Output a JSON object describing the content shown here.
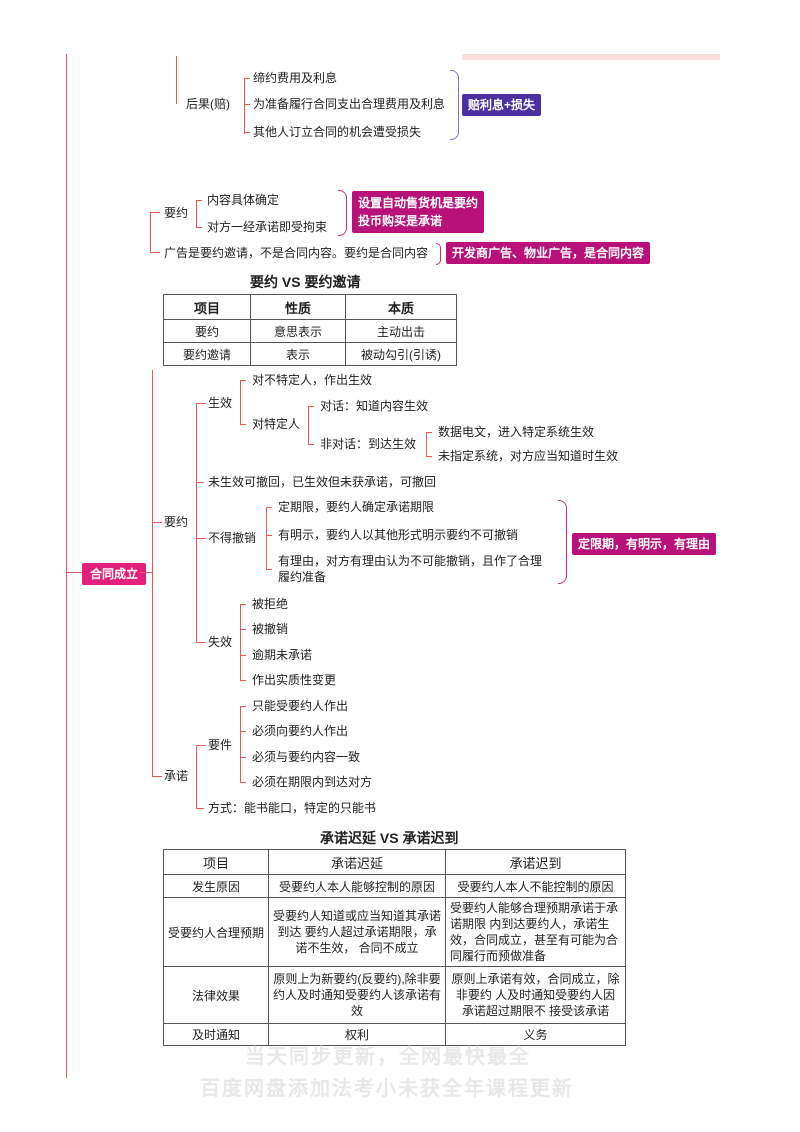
{
  "root": {
    "label": "合同成立"
  },
  "consequence": {
    "label": "后果(赔)",
    "items": [
      "缔约费用及利息",
      "为准备履行合同支出合理费用及利息",
      "其他人订立合同的机会遭受损失"
    ],
    "tag": "赔利息+损失"
  },
  "offer_top": {
    "label": "要约",
    "items": [
      "内容具体确定",
      "对方一经承诺即受拘束"
    ],
    "tag_line1": "设置自动售货机是要约",
    "tag_line2": "投币购买是承诺"
  },
  "ad": {
    "text": "广告是要约邀请，不是合同内容。要约是合同内容",
    "tag": "开发商广告、物业广告，是合同内容"
  },
  "table1": {
    "title": "要约 VS 要约邀请",
    "headers": [
      "项目",
      "性质",
      "本质"
    ],
    "rows": [
      [
        "要约",
        "意思表示",
        "主动出击"
      ],
      [
        "要约邀请",
        "表示",
        "被动勾引(引诱)"
      ]
    ]
  },
  "offer": {
    "label": "要约",
    "effect": {
      "label": "生效",
      "nonspecific": "对不特定人，作出生效",
      "specific": "对特定人",
      "dialog": "对话：知道内容生效",
      "nondialog": "非对话：到达生效",
      "data1": "数据电文，进入特定系统生效",
      "data2": "未指定系统，对方应当知道时生效"
    },
    "revoke": "未生效可撤回，已生效但未获承诺，可撤回",
    "irrevocable": {
      "label": "不得撤销",
      "items": [
        "定期限，要约人确定承诺期限",
        "有明示，要约人以其他形式明示要约不可撤销"
      ],
      "item3_line1": "有理由，对方有理由认为不可能撤销，且作了合理",
      "item3_line2": "履约准备",
      "tag": "定限期，有明示，有理由"
    },
    "invalid": {
      "label": "失效",
      "items": [
        "被拒绝",
        "被撤销",
        "逾期未承诺",
        "作出实质性变更"
      ]
    }
  },
  "acceptance": {
    "label": "承诺",
    "elements": {
      "label": "要件",
      "items": [
        "只能受要约人作出",
        "必须向要约人作出",
        "必须与要约内容一致",
        "必须在期限内到达对方"
      ]
    },
    "method": "方式：能书能口，特定的只能书"
  },
  "table2": {
    "title": "承诺迟延 VS 承诺迟到",
    "headers": [
      "项目",
      "承诺迟延",
      "承诺迟到"
    ],
    "rows": [
      [
        "发生原因",
        "受要约人本人能够控制的原因",
        "受要约人本人不能控制的原因"
      ],
      [
        "受要约人合理预期",
        "受要约人知道或应当知道其承诺到达 要约人超过承诺期限，承诺不生效， 合同不成立",
        "受要约人能够合理预期承诺于承诺期限 内到达要约人，承诺生效，合同成立，甚至有可能为合同履行而预做准备"
      ],
      [
        "法律效果",
        "原则上为新要约(反要约),除非要 约人及时通知受要约人该承诺有效",
        "原则上承诺有效，合同成立，除非要约 人及时通知受要约人因承诺超过期限不 接受该承诺"
      ],
      [
        "及时通知",
        "权利",
        "义务"
      ]
    ]
  },
  "watermark": {
    "line1": "当天同步更新，全网最快最全",
    "line2": "百度网盘添加法考小未获全年课程更新"
  },
  "colors": {
    "line": "#e35a5a",
    "purple": "#4b2fa3",
    "magenta": "#b8127a",
    "pink": "#e2227a"
  }
}
